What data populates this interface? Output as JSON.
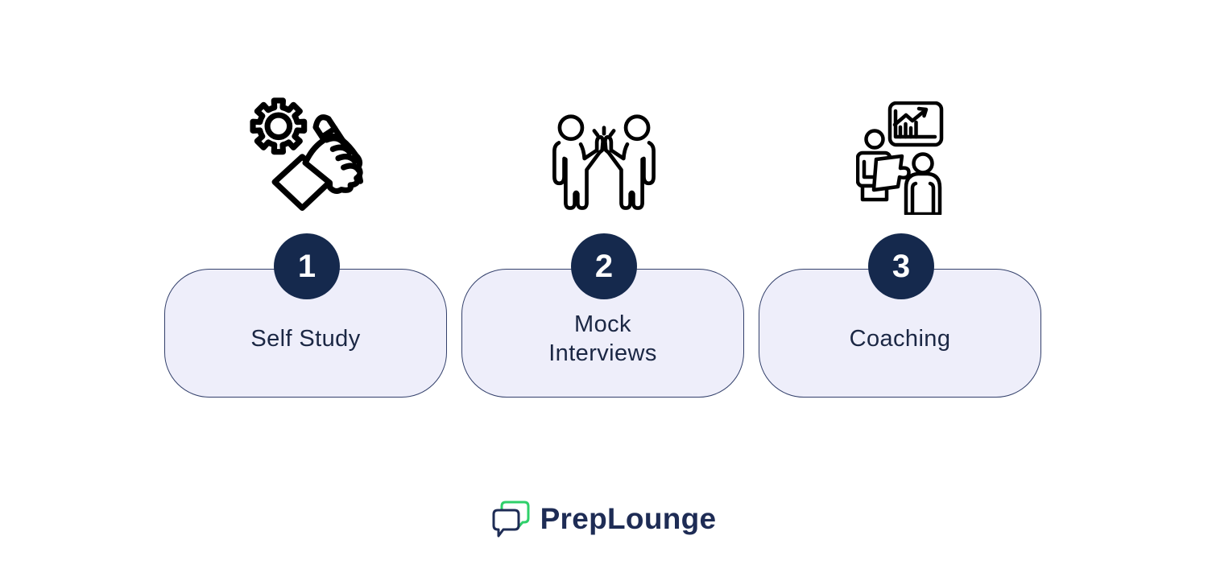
{
  "steps": [
    {
      "number": "1",
      "lines": [
        "Self Study"
      ],
      "icon": "self-study-gear-pencil-icon"
    },
    {
      "number": "2",
      "lines": [
        "Mock",
        "Interviews"
      ],
      "icon": "mock-interviews-high-five-icon"
    },
    {
      "number": "3",
      "lines": [
        "Coaching"
      ],
      "icon": "coaching-presentation-icon"
    }
  ],
  "footer": {
    "brand_name": "PrepLounge",
    "logo": "preplounge-speech-bubbles-logo"
  },
  "colors": {
    "background": "#ffffff",
    "badge_bg": "#15294d",
    "card_bg": "#eeeefa",
    "card_border": "#33406b",
    "text_navy": "#1b2744",
    "icon_stroke": "#000000",
    "logo_green": "#2fd06a",
    "logo_navy": "#1e2c55"
  }
}
